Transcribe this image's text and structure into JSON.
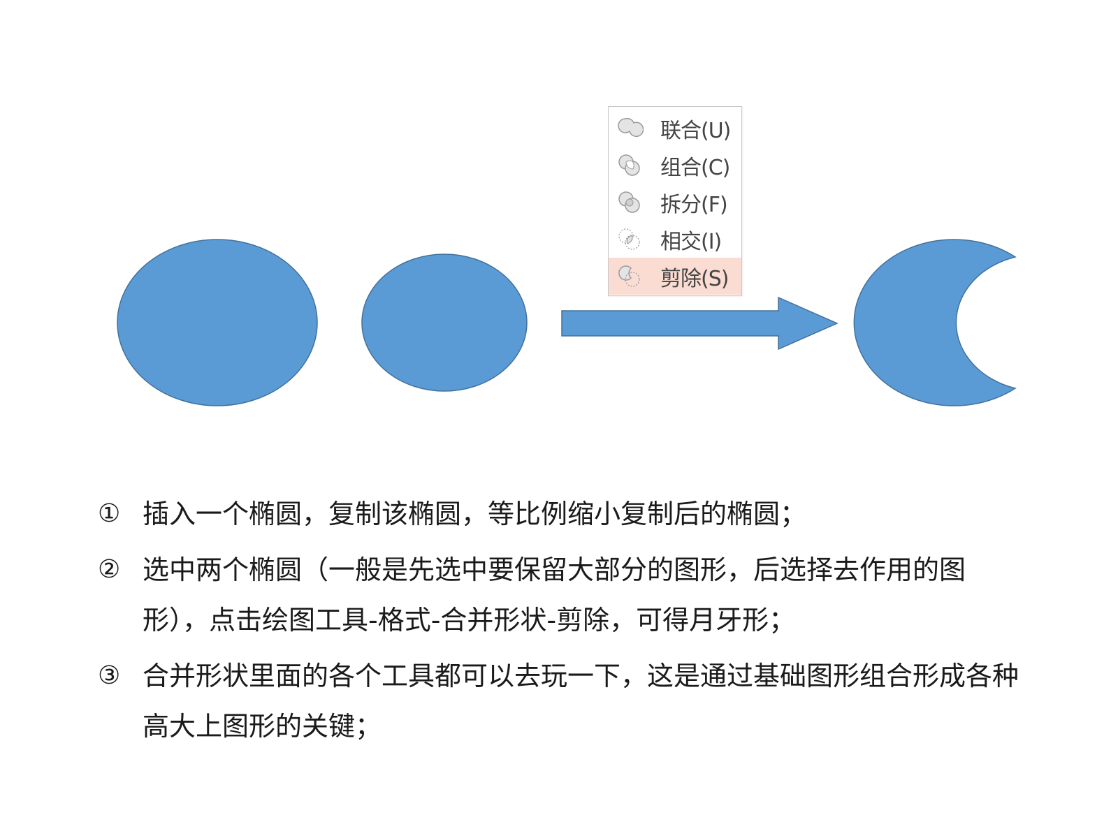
{
  "menu": {
    "items": [
      {
        "label": "联合(U)",
        "icon": "union-icon",
        "active": false
      },
      {
        "label": "组合(C)",
        "icon": "combine-icon",
        "active": false
      },
      {
        "label": "拆分(F)",
        "icon": "fragment-icon",
        "active": false
      },
      {
        "label": "相交(I)",
        "icon": "intersect-icon",
        "active": false
      },
      {
        "label": "剪除(S)",
        "icon": "subtract-icon",
        "active": true
      }
    ],
    "highlight_color": "#fbdcd3"
  },
  "shapes": {
    "fill_color": "#5b9bd5",
    "stroke_color": "#41719c",
    "items": [
      "large-ellipse",
      "small-ellipse",
      "right-arrow",
      "crescent-result"
    ]
  },
  "steps": [
    {
      "num": "①",
      "text": "插入一个椭圆，复制该椭圆，等比例缩小复制后的椭圆；"
    },
    {
      "num": "②",
      "text": "选中两个椭圆（一般是先选中要保留大部分的图形，后选择去作用的图形），点击绘图工具-格式-合并形状-剪除，可得月牙形；"
    },
    {
      "num": "③",
      "text": "合并形状里面的各个工具都可以去玩一下，这是通过基础图形组合形成各种高大上图形的关键；"
    }
  ]
}
